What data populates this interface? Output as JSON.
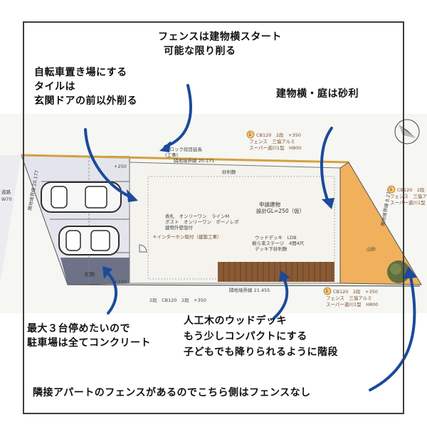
{
  "notes": {
    "fence_start": [
      "フェンスは建物横スタート",
      "可能な限り削る"
    ],
    "bicycle": [
      "自転車置き場にする",
      "タイルは",
      "玄関ドアの前以外削る"
    ],
    "gravel": "建物横・庭は砂利",
    "parking": [
      "最大３台停めたいので",
      "駐車場は全てコンクリート"
    ],
    "deck": [
      "人工木のウッドデッキ",
      "もう少しコンパクトにする",
      "子どもでも降りられるように階段"
    ],
    "apartment": "隣接アパートのフェンスがあるのでこちら側はフェンスなし"
  },
  "plan": {
    "top_label_1": "ブロック段目延長",
    "top_label_2": "(工事)",
    "top_boundary": "隣地境界線 20.171",
    "bottom_boundary": "隣地境界線 21.455",
    "gravel_label": "砂利敷",
    "building_1": "申請建物",
    "building_2": "設計GL=250（仮）",
    "post_1": "表札　オンリーワン　ラインM",
    "post_2": "ポスト　オンリーワン　ポーノレポ",
    "post_3": "建物外壁設付",
    "intercom": "＊インターホン取付（建築工事）",
    "deck_1": "ウッドデッキ　LDB",
    "deck_2": "樹ら束ステージ　4間4尺",
    "deck_3": "デッキ下砂利敷",
    "entrance_label": "玄関",
    "road_label": "道路",
    "road_w": "W70",
    "mountain": "山砂",
    "level_250": "+250",
    "level_150": "+150",
    "side_left": "隣地境界線 20.177",
    "side_right": "隣地境界線 8.277",
    "fence_top_a": "CB120　2段　+350",
    "fence_top_b": "フェンス　三協アルミ",
    "fence_top_c": "スーパー道川1型　H800",
    "fence_right_a": "CB120　2段",
    "fence_right_b": "フェンス　三協アルミ",
    "fence_right_c": "スーパー道川1型",
    "fence_bot_a": "CB120　2段　+350",
    "fence_bot_b": "フェンス　三協アルミ",
    "fence_bot_c": "スーパー道川1型　H800",
    "bottom_cb": "2段　CB120　2段　+350",
    "badge": "1"
  },
  "colors": {
    "arrow": "#1b4a9c",
    "garden": "#f0b05c",
    "deck": "#8a5a34",
    "parking_dark": "#6e7287",
    "building": "#f4f3ee",
    "parking": "#e4e5ec"
  }
}
